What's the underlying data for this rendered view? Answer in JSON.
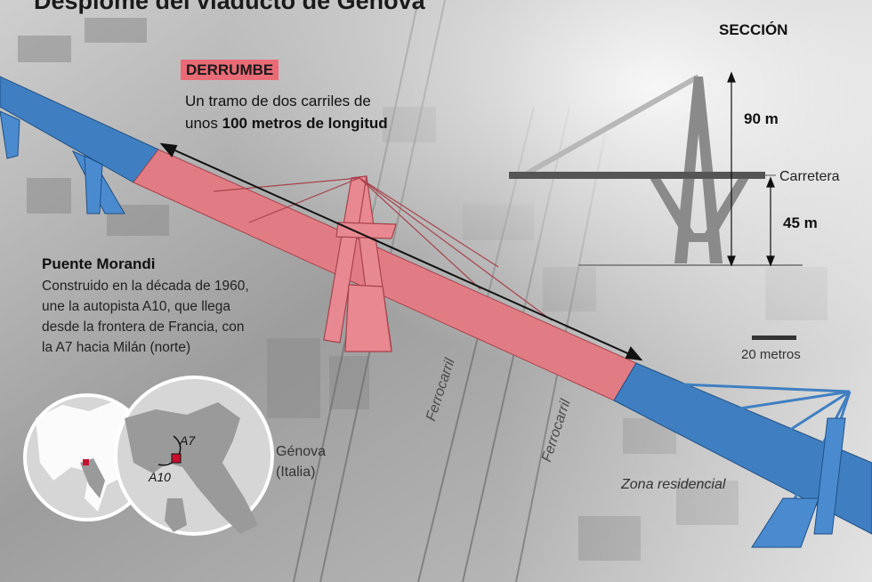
{
  "title": "Desplome del viaducto de Génova",
  "collapse": {
    "badge": "DERRUMBE",
    "line1": "Un tramo de dos carriles de",
    "line2_prefix": "unos",
    "line2_bold": "100 metros de longitud"
  },
  "bridge": {
    "name": "Puente Morandi",
    "desc_lines": [
      "Construido en la década de 1960,",
      "une la autopista A10, que llega",
      "desde la frontera de Francia, con",
      "la A7 hacia Milán (norte)"
    ]
  },
  "section": {
    "title": "SECCIÓN",
    "height_total": "90 m",
    "height_road": "45 m",
    "road_label": "Carretera",
    "scale_label": "20 metros"
  },
  "map": {
    "city_line1": "Génova",
    "city_line2": "(Italia)",
    "highway_a7": "A7",
    "highway_a10": "A10"
  },
  "labels": {
    "rail_1": "Ferrocarril",
    "rail_2": "Ferrocarril",
    "residential": "Zona residencial"
  },
  "colors": {
    "intact": "#3f7fc1",
    "collapsed": "#e27c84",
    "tower_gray": "#777777",
    "marker": "#c8102e"
  }
}
